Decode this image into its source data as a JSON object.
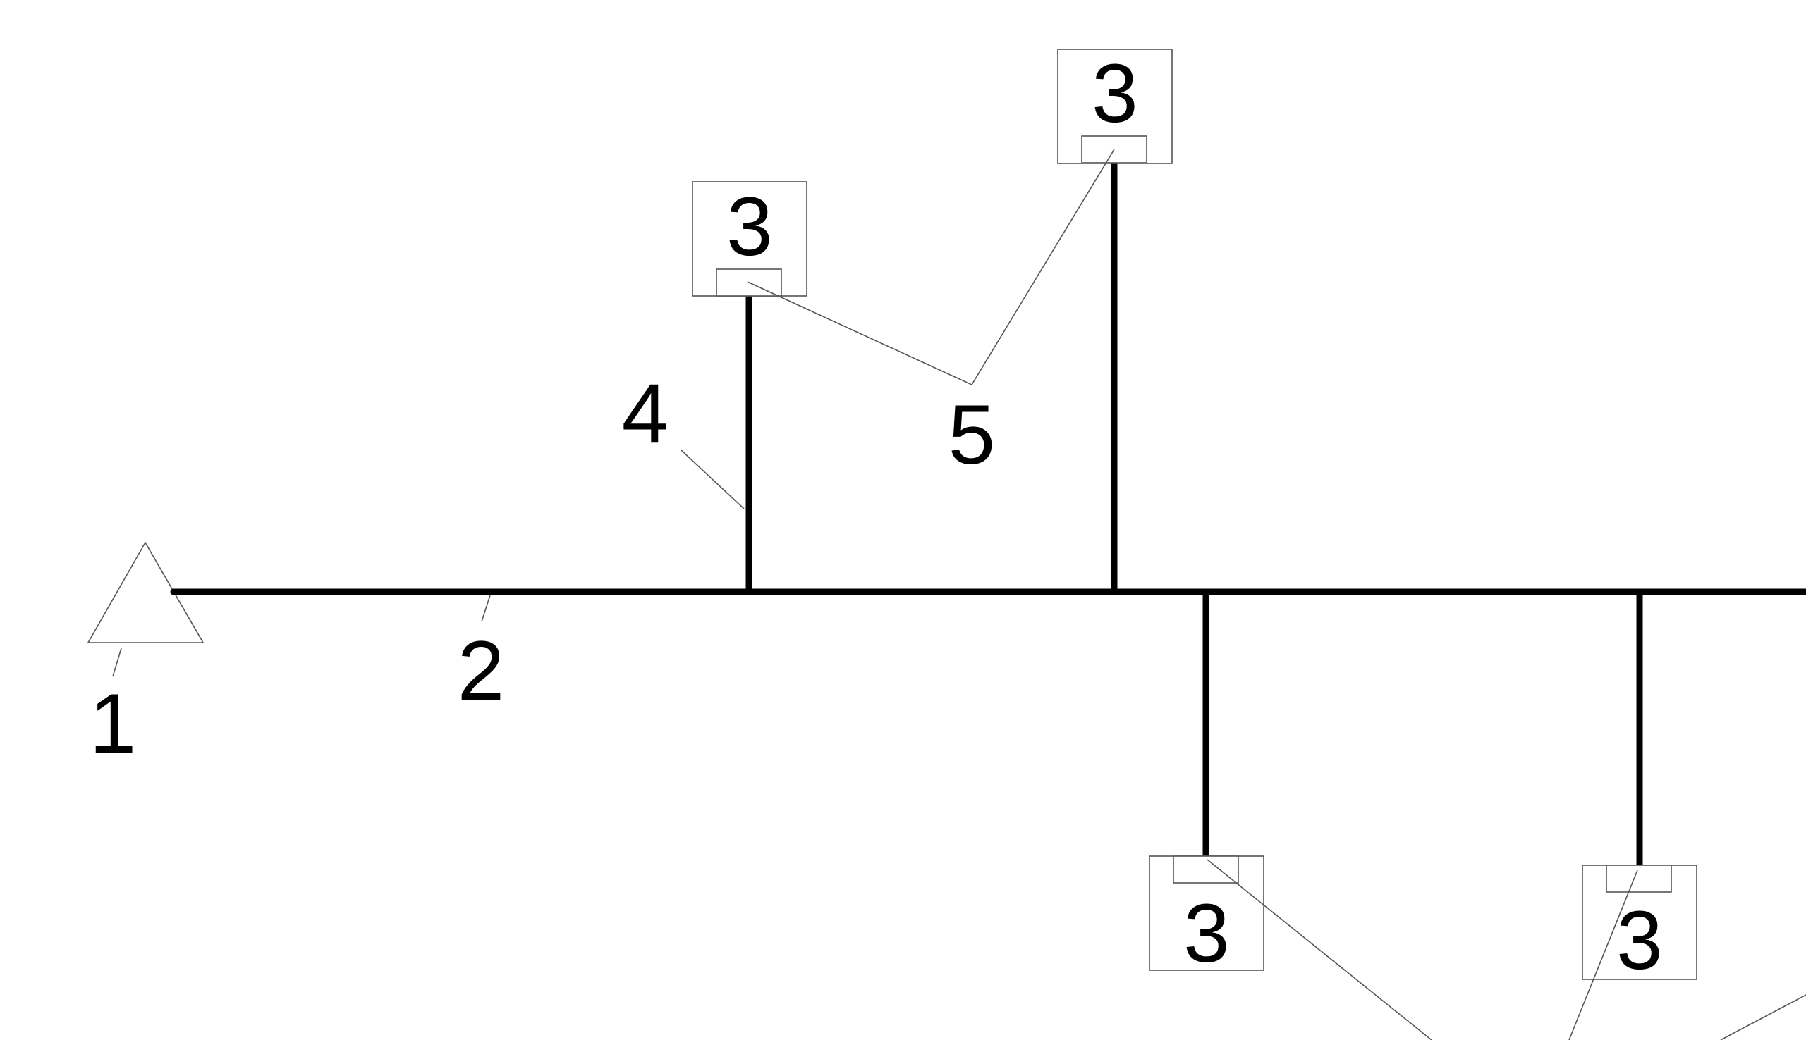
{
  "labels": {
    "source": "1",
    "main_line": "2",
    "branch": "4",
    "connector": "5"
  },
  "nodes": [
    {
      "label": "3"
    },
    {
      "label": "3"
    },
    {
      "label": "3"
    },
    {
      "label": "3"
    }
  ],
  "colors": {
    "line": "#000000",
    "leader": "#555555",
    "background": "#ffffff"
  }
}
